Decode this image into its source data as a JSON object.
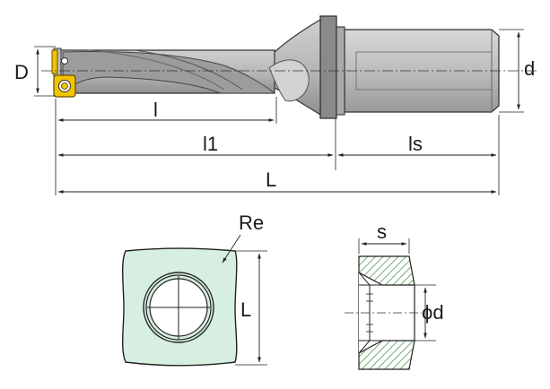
{
  "drill_view": {
    "labels": {
      "D": "D",
      "d": "d",
      "l": "l",
      "l1": "l1",
      "ls": "ls",
      "L": "L"
    }
  },
  "insert_view": {
    "labels": {
      "Re": "Re",
      "L": "L"
    }
  },
  "section_view": {
    "labels": {
      "s": "s",
      "phi_d": "ϕd"
    }
  },
  "colors": {
    "tool_body": "#b9b9b9",
    "tool_dark": "#8e8e8e",
    "insert_face": "#d6efe0",
    "insert_gold": "#f2c300",
    "section_hatch": "#3f8a3f",
    "lines": "#222222"
  }
}
